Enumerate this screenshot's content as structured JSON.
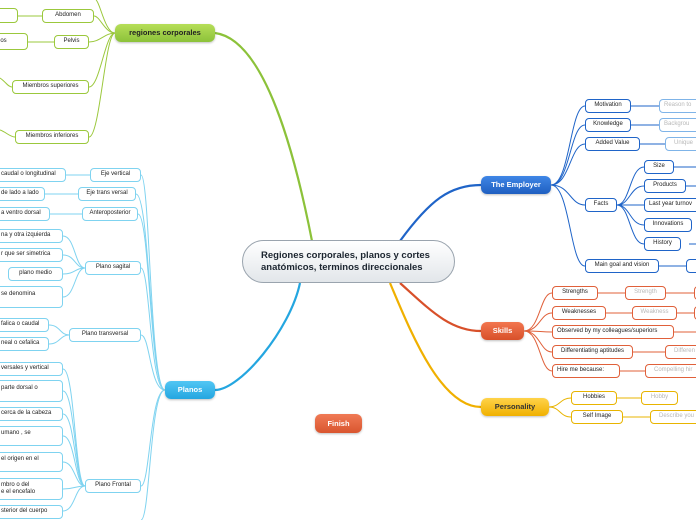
{
  "central_topic": "Regiones corporales, planos y cortes anatómicos, terminos direccionales",
  "finish": "Finish",
  "regiones": {
    "label": "regiones corporales",
    "items": [
      "Abdomen",
      "Pelvis",
      "Miembros superiores",
      "Miembros inferiores"
    ],
    "partial": [
      "los"
    ]
  },
  "planos": {
    "label": "Planos",
    "eje_vertical": "Eje vertical",
    "eje_vertical_sub": "caudal o longitudinal",
    "eje_transversal": "Eje trans versal",
    "eje_transversal_sub": "de lado a lado",
    "anteroposterior": "Anteroposterior",
    "anteroposterior_sub": "a ventro dorsal",
    "plano_sagital": "Plano sagital",
    "sagital_items": [
      "na y otra izquierda",
      "r que ser simetrica",
      "plano medio",
      "se denomina"
    ],
    "plano_transversal": "Plano transversal",
    "transversal_items": [
      "falica o caudal",
      "neal o cefalica"
    ],
    "plano_frontal": "Plano Frontal",
    "frontal_items": [
      "versales y vertical",
      "parte dorsal o",
      "cerca de la cabeza",
      "umano , se",
      "el origen en el",
      "mbro o del",
      "e el encefalo",
      "sterior del cuerpo"
    ]
  },
  "employer": {
    "label": "The Employer",
    "motivation": "Motivation",
    "motivation_sub": "Reason to",
    "knowledge": "Knowledge",
    "knowledge_sub": "Backgrou",
    "added_value": "Added Value",
    "added_value_sub": "Unique",
    "facts": "Facts",
    "facts_items": [
      "Size",
      "Products",
      "Last year turnov",
      "Innovations",
      "History"
    ],
    "main_goal": "Main goal and vision"
  },
  "skills": {
    "label": "Skills",
    "strengths": "Strengths",
    "strengths_sub": "Strength",
    "weaknesses": "Weaknesses",
    "weaknesses_sub": "Weakness",
    "observed": "Observed by my colleagues/superiors",
    "differentiating": "Differentiating aptitudes",
    "differentiating_sub": "Differen",
    "hire": "Hire me because:",
    "hire_sub": "Compelling hir"
  },
  "personality": {
    "label": "Personality",
    "hobbies": "Hobbies",
    "hobbies_sub": "Hobby",
    "self_image": "Self Image",
    "self_image_sub": "Describe you"
  },
  "colors": {
    "green": "#8cc23a",
    "blue": "#1f64c8",
    "sky": "#24a6e0",
    "red": "#d8502a",
    "yellow": "#f0b000"
  }
}
